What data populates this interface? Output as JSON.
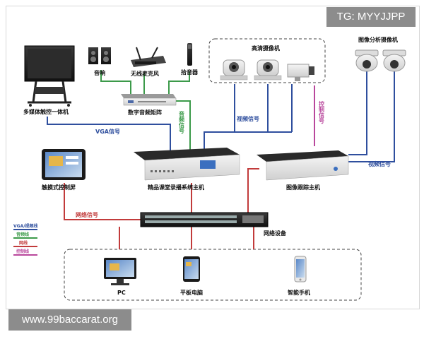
{
  "watermark_tg": "TG: MYYJJPP",
  "watermark_url": "www.99baccarat.org",
  "labels": {
    "multimedia": "多媒体触控一体机",
    "speaker": "音响",
    "wireless_mic": "无线麦克风",
    "pickup": "拾音器",
    "audio_matrix": "数字音频矩阵",
    "hd_camera": "高清摄像机",
    "analysis_camera": "图像分析摄像机",
    "touch_screen": "触摸式控制屏",
    "recording_host": "精品课堂录播系统主机",
    "tracking_host": "图像跟踪主机",
    "network_device": "网络设备",
    "pc": "PC",
    "tablet": "平板电脑",
    "phone": "智能手机"
  },
  "signals": {
    "vga": "VGA信号",
    "audio": "音频信号",
    "video1": "视频信号",
    "control": "控制信号",
    "video2": "视频信号",
    "network": "网络信号"
  },
  "legend": [
    {
      "label": "VGA/视频线",
      "color": "#2f4f9e"
    },
    {
      "label": "音频线",
      "color": "#3c9a4a"
    },
    {
      "label": "网线",
      "color": "#c23b3b"
    },
    {
      "label": "控制线",
      "color": "#b9479c"
    }
  ]
}
